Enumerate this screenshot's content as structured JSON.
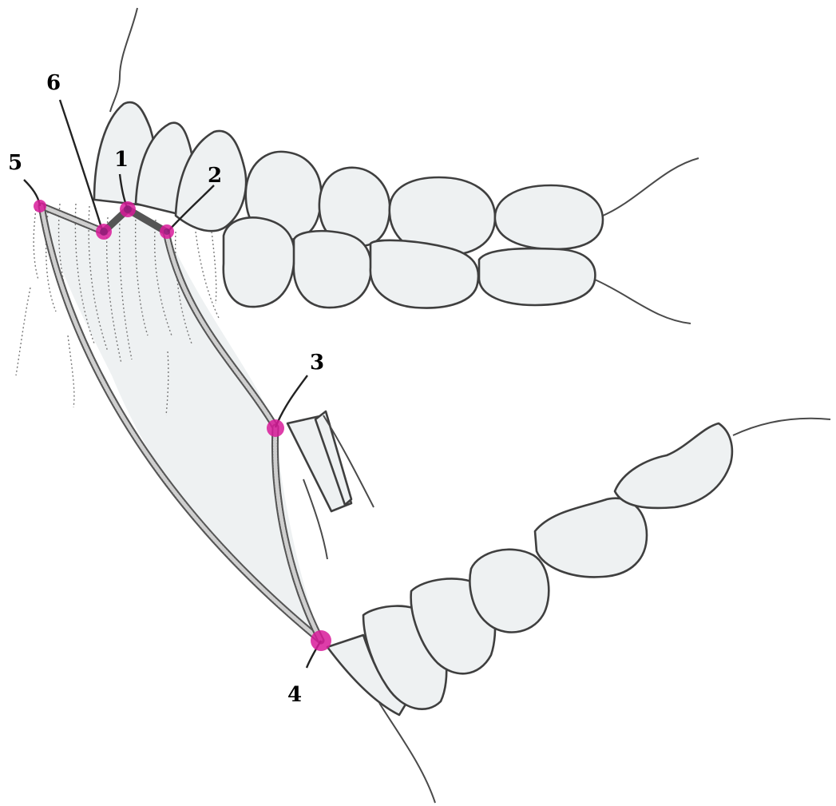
{
  "landmarks": [
    {
      "id": "1",
      "label": "1",
      "color": "#d81b9a"
    },
    {
      "id": "2",
      "label": "2",
      "color": "#d81b9a"
    },
    {
      "id": "3",
      "label": "3",
      "color": "#d81b9a"
    },
    {
      "id": "4",
      "label": "4",
      "color": "#d81b9a"
    },
    {
      "id": "5",
      "label": "5",
      "color": "#d81b9a"
    },
    {
      "id": "6",
      "label": "6",
      "color": "#d81b9a"
    }
  ],
  "colors": {
    "tooth_fill": "#eef1f2",
    "outline": "#3f3f3f",
    "marker": "#d81b9a"
  }
}
